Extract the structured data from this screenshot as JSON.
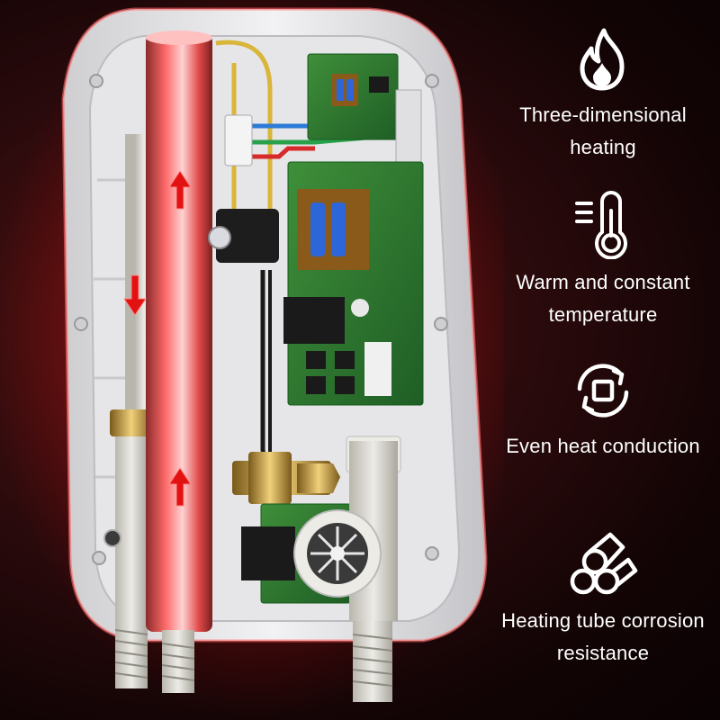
{
  "features": [
    {
      "icon": "flame-icon",
      "lines": [
        "Three-dimensional",
        "heating"
      ]
    },
    {
      "icon": "thermometer-icon",
      "lines": [
        "Warm and constant",
        "temperature"
      ]
    },
    {
      "icon": "cycle-arrows-icon",
      "lines": [
        "Even heat conduction"
      ]
    },
    {
      "icon": "stacked-tubes-icon",
      "lines": [
        "Heating tube corrosion",
        "resistance"
      ]
    }
  ]
}
